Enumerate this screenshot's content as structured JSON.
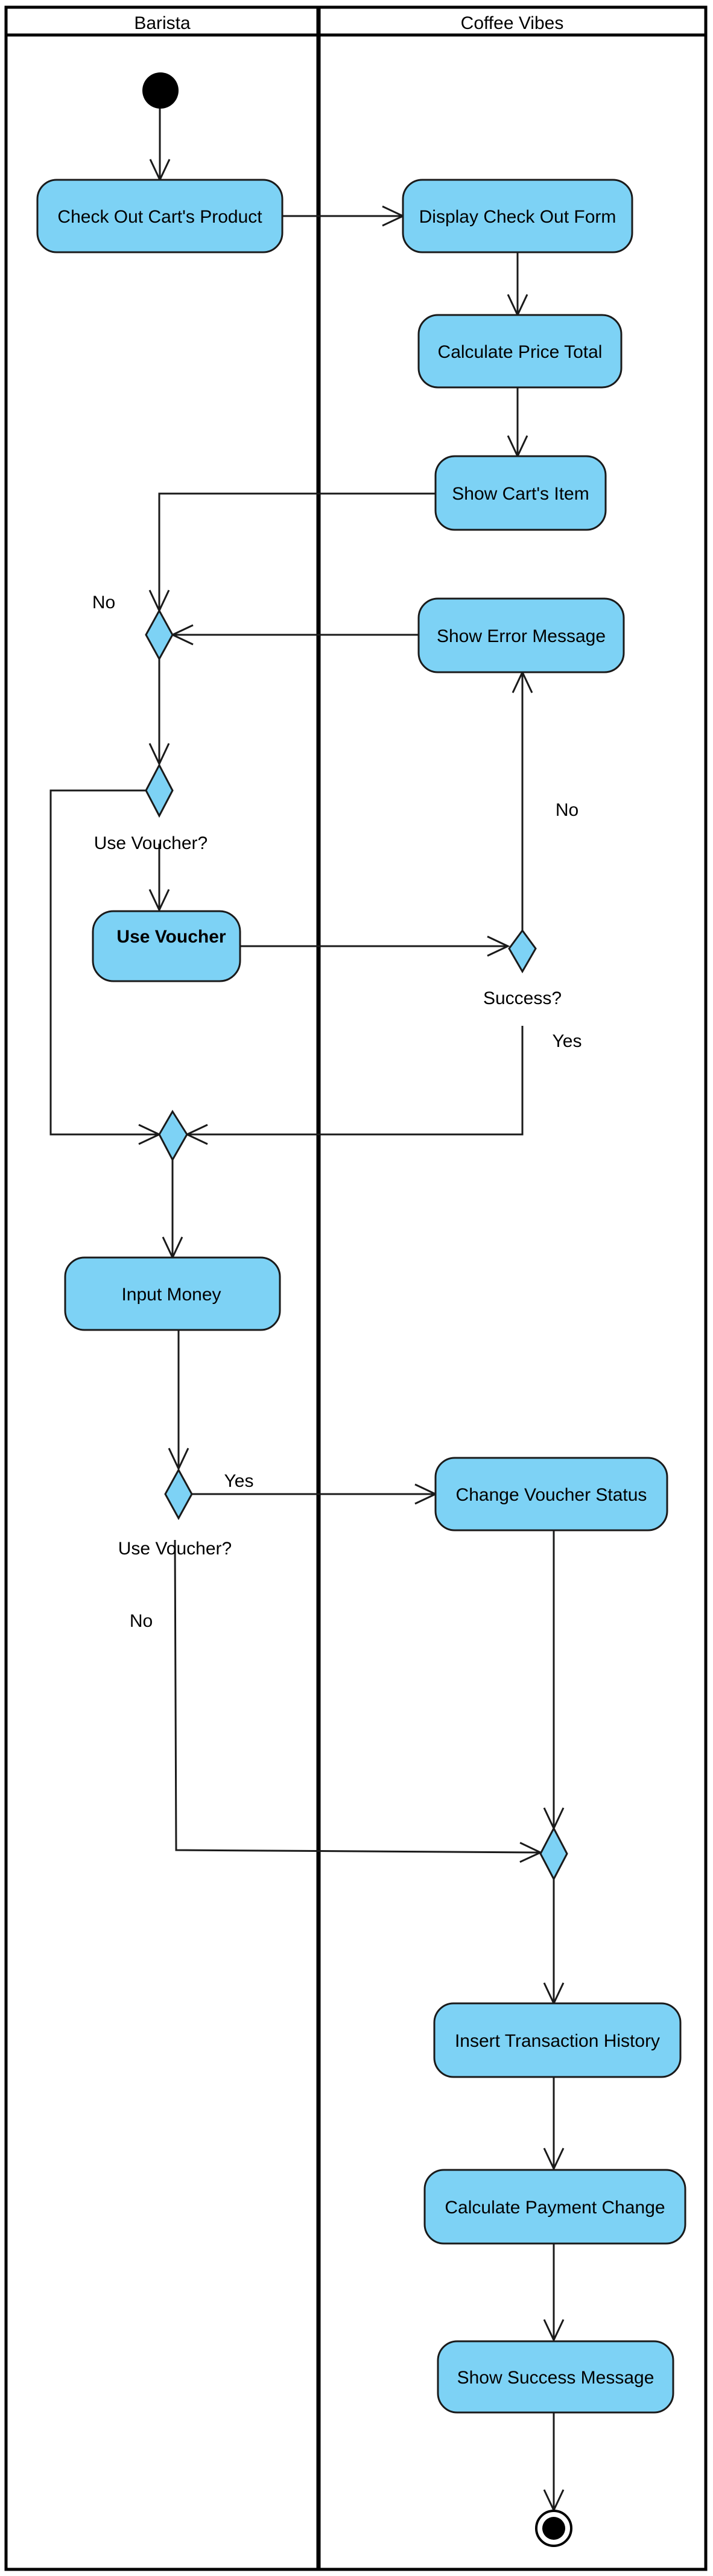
{
  "colors": {
    "activity_fill": "#7dd2f5",
    "stroke": "#1a1a1a",
    "background": "#ffffff"
  },
  "lanes": {
    "left": "Barista",
    "right": "Coffee Vibes"
  },
  "activities": {
    "check_out_cart": "Check Out Cart's Product",
    "display_form": "Display Check Out Form",
    "calculate_total": "Calculate Price Total",
    "show_cart_item": "Show Cart's Item",
    "show_error": "Show Error Message",
    "use_voucher": "Use Voucher",
    "input_money": "Input Money",
    "change_voucher_status": "Change Voucher Status",
    "insert_history": "Insert Transaction History",
    "calculate_change": "Calculate Payment Change",
    "show_success": "Show Success Message"
  },
  "decisions": {
    "use_voucher_q1": "Use Voucher?",
    "success_q": "Success?",
    "use_voucher_q2": "Use Voucher?"
  },
  "edge_labels": {
    "no_merge": "No",
    "no_success": "No",
    "yes_success": "Yes",
    "yes_voucher": "Yes",
    "no_voucher": "No"
  }
}
